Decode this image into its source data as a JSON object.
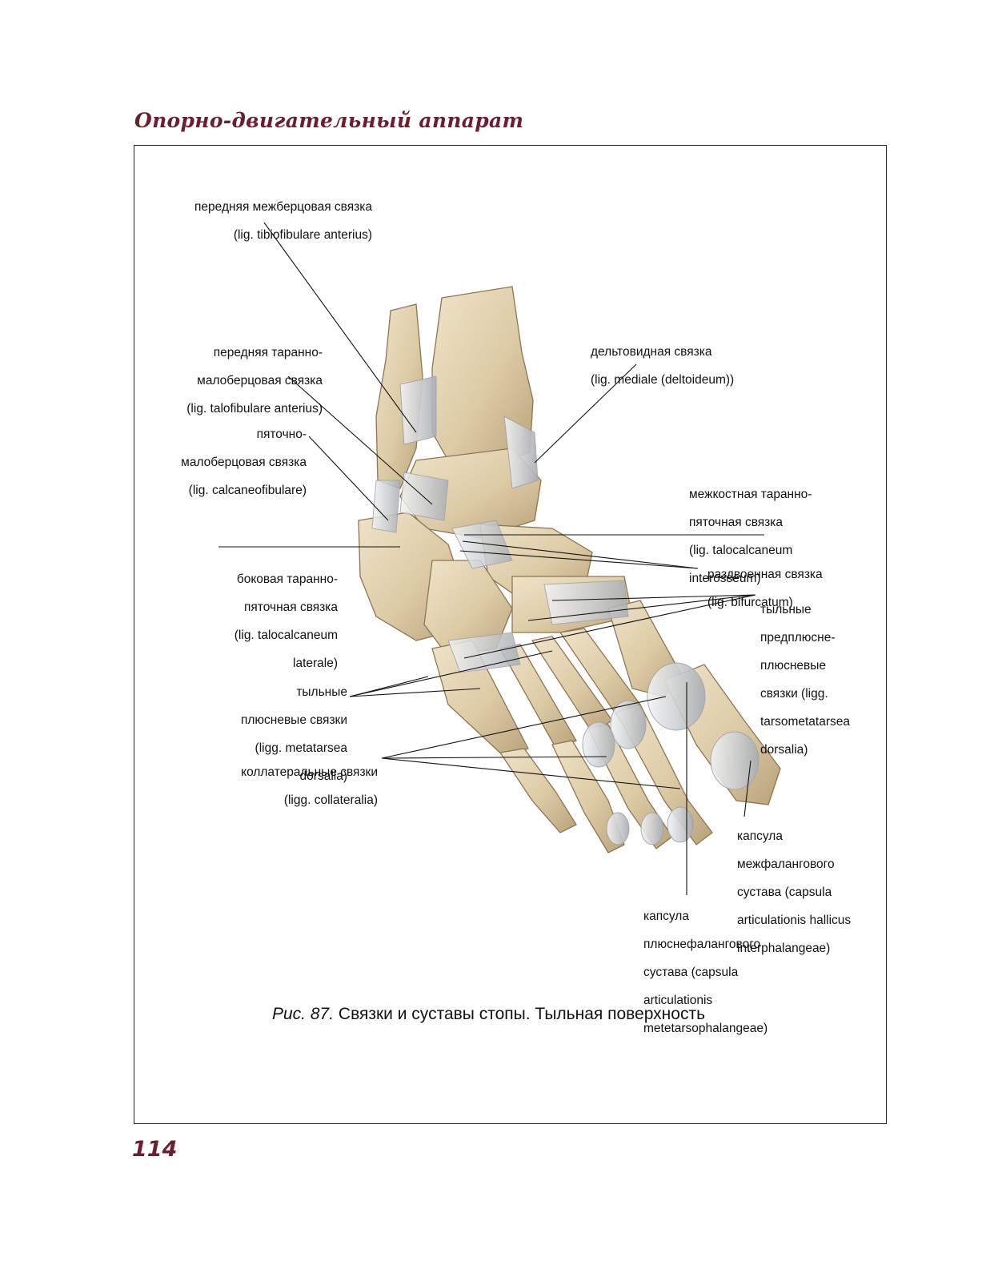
{
  "header": {
    "running_title": "Опорно-двигательный аппарат"
  },
  "figure": {
    "labels": {
      "tibiofibular": [
        "передняя межберцовая связка",
        "(lig. tibiofibulare anterius)"
      ],
      "talofibular": [
        "передняя таранно-",
        "малоберцовая связка",
        "(lig. talofibulare anterius)"
      ],
      "calcaneofibular": [
        "пяточно-",
        "малоберцовая связка",
        "(lig. calcaneofibulare)"
      ],
      "talocalcaneal_lateral": [
        "боковая таранно-",
        "пяточная связка",
        "(lig. talocalcaneum",
        "laterale)"
      ],
      "metatarsal_dorsal": [
        "тыльные",
        "плюсневые связки",
        "(ligg. metatarsea",
        "dorsalia)"
      ],
      "collateral": [
        "коллатеральные связки",
        "(ligg. collateralia)"
      ],
      "deltoid": [
        "дельтовидная связка",
        "(lig. mediale (deltoideum))"
      ],
      "talocalcaneal_interosseous": [
        "межкостная таранно-",
        "пяточная связка",
        "(lig. talocalcaneum",
        "interosseum)"
      ],
      "bifurcate": [
        "раздвоенная связка",
        "(lig. bifurcatum)"
      ],
      "tarsometatarsal_dorsal": [
        "тыльные",
        "предплюсне-",
        "плюсневые",
        "связки (ligg.",
        "tarsometatarsea",
        "dorsalia)"
      ],
      "interphalangeal_capsule": [
        "капсула",
        "межфалангового",
        "сустава (capsula",
        "articulationis hallicus",
        "interphalangeae)"
      ],
      "metatarsophalangeal_capsule": [
        "капсула",
        "плюснефалангового",
        "сустава (capsula",
        "articulationis",
        "metetarsophalangeae)"
      ]
    }
  },
  "caption": {
    "number": "Рис. 87.",
    "text": "Связки и суставы стопы. Тыльная поверхность"
  },
  "footer": {
    "page_number": "114"
  },
  "colors": {
    "accent": "#6b1f2e",
    "bone": "#e2d2b0",
    "bone_shadow": "#b8a27a",
    "ligament": "#d8dadc",
    "ligament_stroke": "#9fa3a8",
    "leader_line": "#111111"
  }
}
